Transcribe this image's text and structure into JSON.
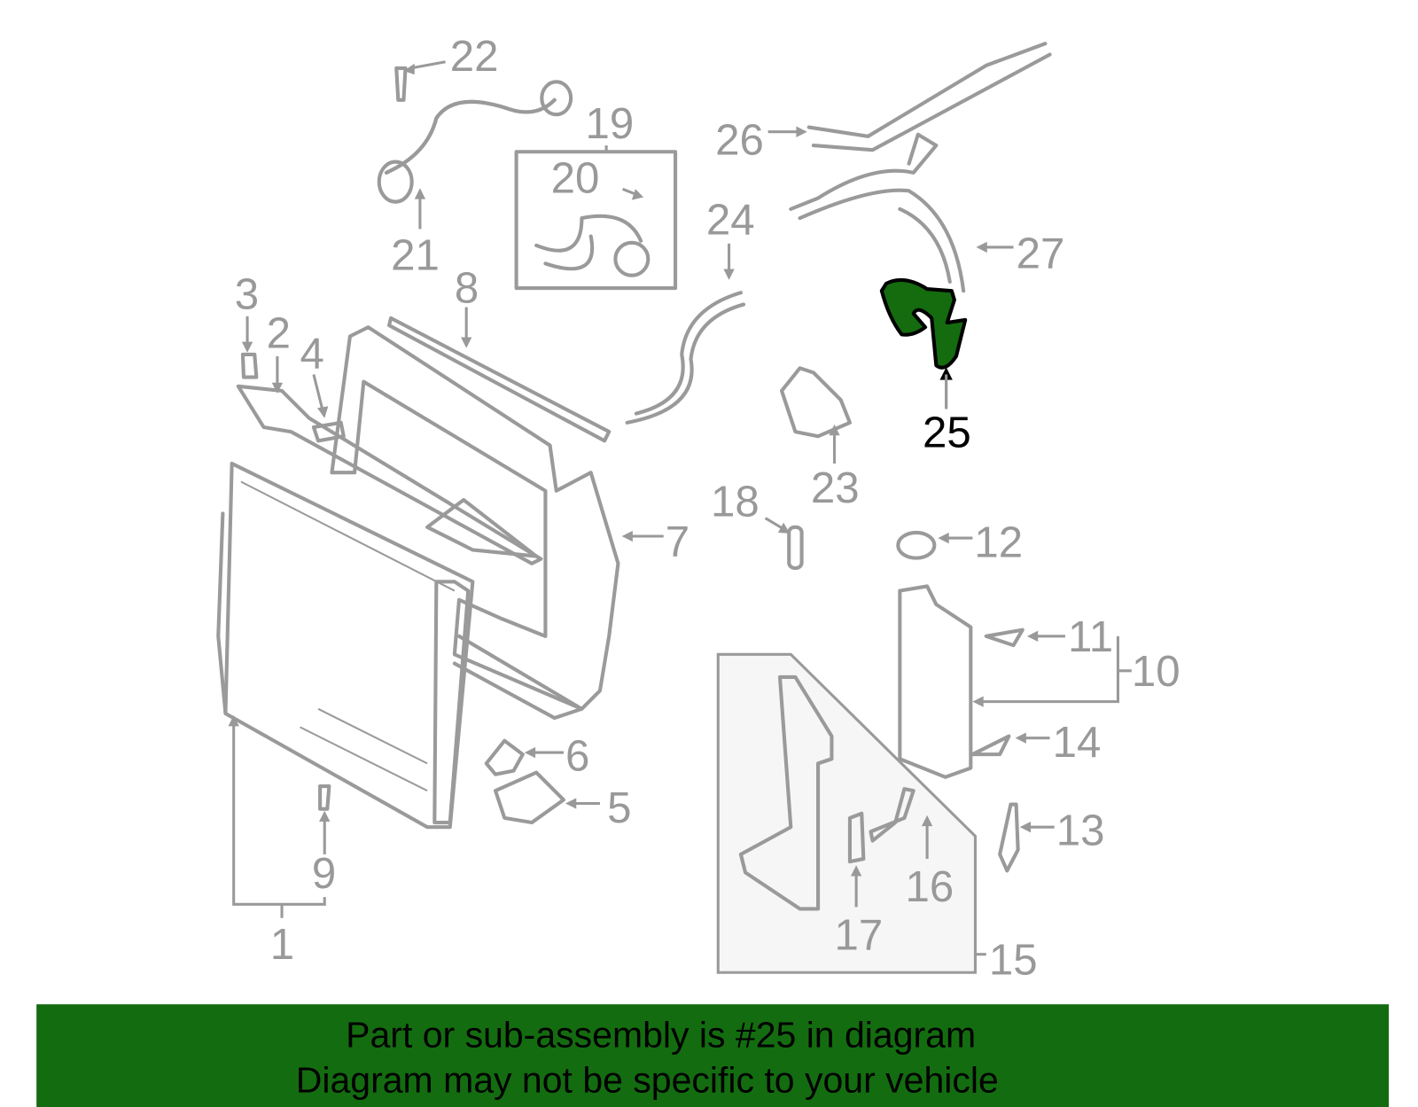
{
  "diagram": {
    "labels": [
      "1",
      "2",
      "3",
      "4",
      "5",
      "6",
      "7",
      "8",
      "9",
      "10",
      "11",
      "12",
      "13",
      "14",
      "15",
      "16",
      "17",
      "18",
      "19",
      "20",
      "21",
      "22",
      "23",
      "24",
      "25",
      "26",
      "27"
    ],
    "highlighted_part": "25",
    "highlight_color": "#146c0f",
    "part_color": "#9a9a9a"
  },
  "banner": {
    "line1": "Part or sub-assembly is #25 in diagram",
    "line2": "Diagram may not be specific to your vehicle",
    "color": "#146c10"
  }
}
